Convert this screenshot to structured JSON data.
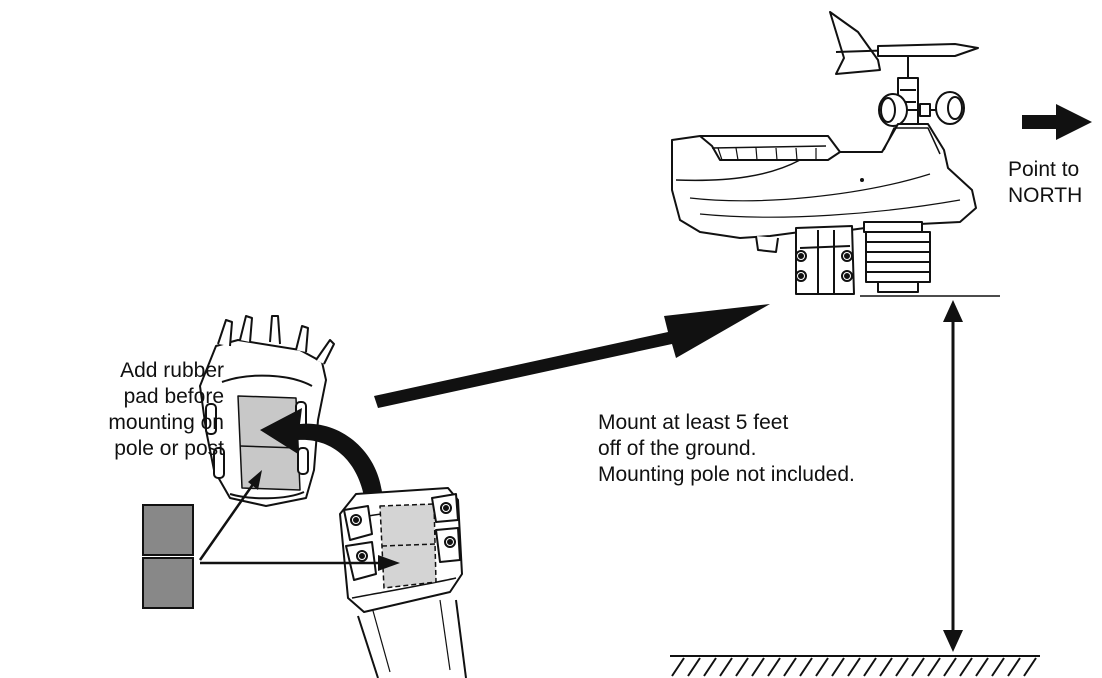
{
  "labels": {
    "rubber_pad": [
      "Add rubber",
      "pad before",
      "mounting on",
      "pole or post"
    ],
    "north": [
      "Point to",
      "NORTH"
    ],
    "mount": [
      "Mount at least 5 feet",
      "off of the ground.",
      "Mounting pole not included."
    ]
  },
  "colors": {
    "ink": "#111111",
    "rubber_pad": "#888888",
    "pad_light": "#c8c8c8"
  }
}
